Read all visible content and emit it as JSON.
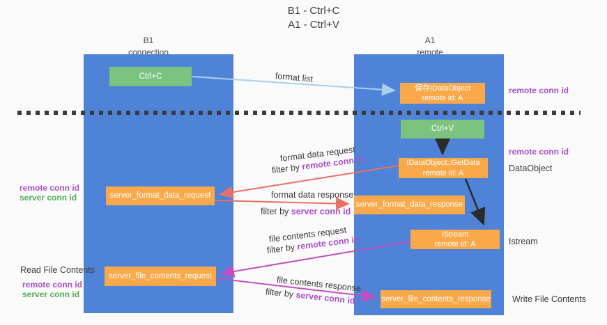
{
  "title": {
    "line1": "B1 - Ctrl+C",
    "line2": "A1 - Ctrl+V"
  },
  "columns": {
    "left": {
      "header_line1": "B1",
      "header_line2": "connection"
    },
    "right": {
      "header_line1": "A1",
      "header_line2": "remote"
    }
  },
  "boxes": {
    "ctrl_c": "Ctrl+C",
    "ctrl_v": "Ctrl+V",
    "save_idataobject": {
      "line1": "保存IDataObject",
      "line2": "remote id: A"
    },
    "getdata": {
      "line1": "IDataObject::GetData",
      "line2": "remote id: A"
    },
    "istream": {
      "line1": "IStream",
      "line2": "remote id: A"
    },
    "format_request": "server_format_data_request",
    "format_response": "server_format_data_response",
    "file_request": "server_file_contents_request",
    "file_response": "server_file_contents_response"
  },
  "flow_labels": {
    "format_list": "format list",
    "format_data_request": "format data request",
    "format_data_response": "format data response",
    "file_contents_request": "file contents request",
    "file_contents_response": "file contents response",
    "filter_by": "filter by ",
    "remote_conn_id": "remote conn id",
    "server_conn_id": "server conn id"
  },
  "side_labels": {
    "right_remote_conn_id_top": "remote conn id",
    "right_remote_conn_id_mid": "remote conn id",
    "dataobject": "DataObject",
    "istream": "Istream",
    "write_file_contents": "Write File Contents",
    "left_remote_conn_id_mid": "remote conn id",
    "left_server_conn_id_mid": "server conn id",
    "read_file_contents": "Read File Contents",
    "left_remote_conn_id_bottom": "remote conn id",
    "left_server_conn_id_bottom": "server conn id"
  },
  "colors": {
    "background": "#fafafa",
    "column_blue": "#4e83d7",
    "box_orange": "#f9a94a",
    "box_green": "#7cc380",
    "text_dark": "#3b3b3b",
    "conn_purple": "#a850c8",
    "conn_green": "#4fae57",
    "arrow_light_blue": "#aacfee",
    "arrow_salmon": "#e97066",
    "arrow_magenta": "#c24ec2",
    "arrow_black": "#2b2b2b",
    "dashed_line": "#3a3a3a"
  }
}
